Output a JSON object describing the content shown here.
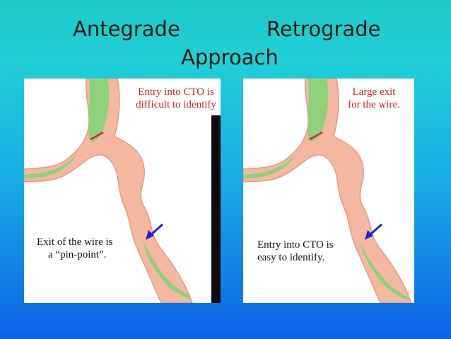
{
  "title": {
    "left": "Antegrade",
    "right": "Retrograde",
    "bottom": "Approach"
  },
  "panels": [
    {
      "top_label_line1": "Entry into CTO is",
      "top_label_line2": "difficult to identify",
      "bottom_label_line1": "Exit of the wire is",
      "bottom_label_line2": "a “pin-point”."
    },
    {
      "top_label_line1": "Large exit",
      "top_label_line2": "for the wire.",
      "bottom_label_line1": "Entry into CTO is",
      "bottom_label_line2": "easy to identify."
    }
  ],
  "colors": {
    "vessel": "#f4b8a0",
    "vessel_outline": "#e89a80",
    "plaque": "#8fd17a",
    "marker": "#e0203a",
    "arrow": "#2222cc",
    "label_red": "#cc2424"
  }
}
